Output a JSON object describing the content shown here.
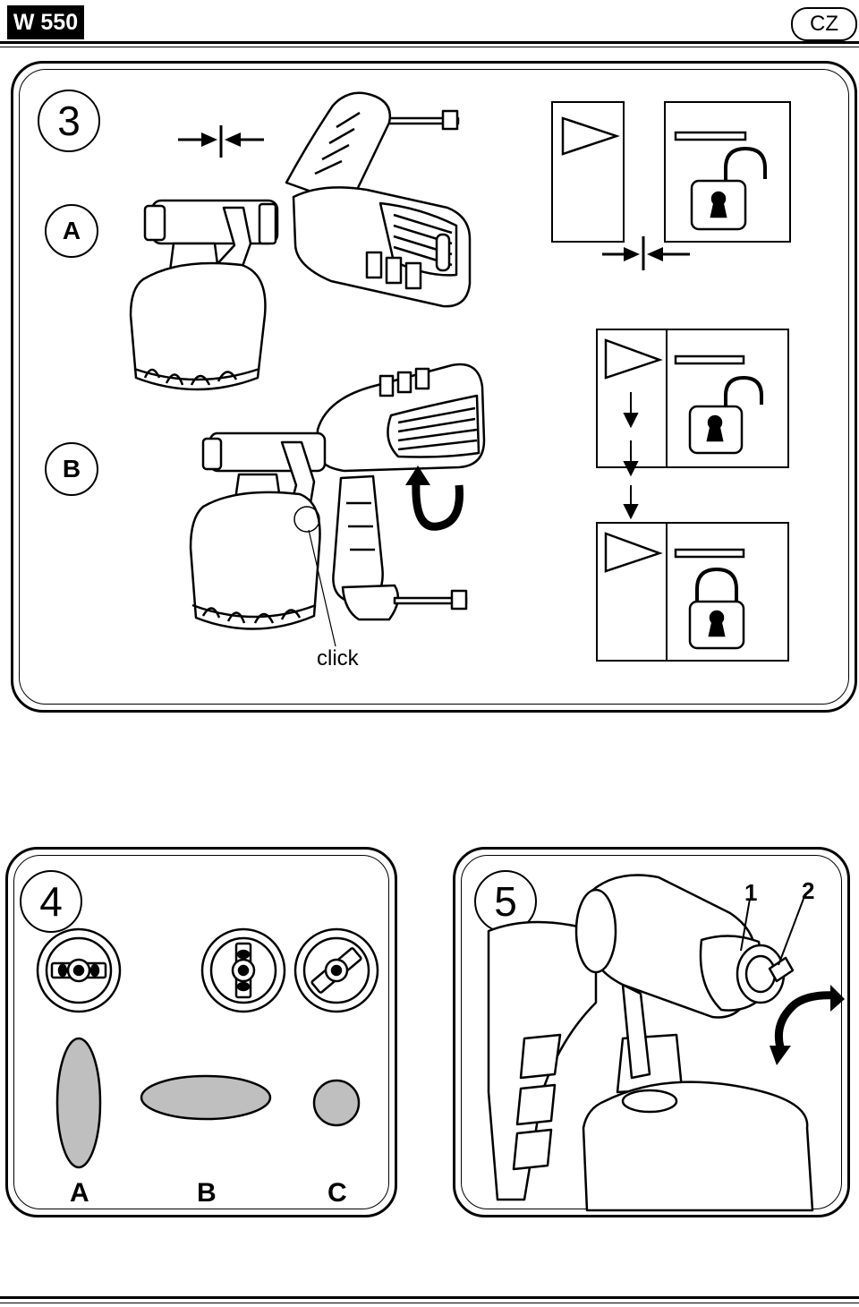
{
  "header": {
    "model": "W 550",
    "language": "CZ"
  },
  "figure3": {
    "number": "3",
    "step_a_label": "A",
    "step_b_label": "B",
    "click_label": "click"
  },
  "figure4": {
    "number": "4",
    "pattern_labels": [
      "A",
      "B",
      "C"
    ]
  },
  "figure5": {
    "number": "5",
    "callouts": [
      "1",
      "2"
    ]
  },
  "icons": [
    "play-triangle-icon",
    "unlock-icon",
    "lock-icon",
    "arrow-down-icon",
    "rotate-arrow-icon"
  ]
}
